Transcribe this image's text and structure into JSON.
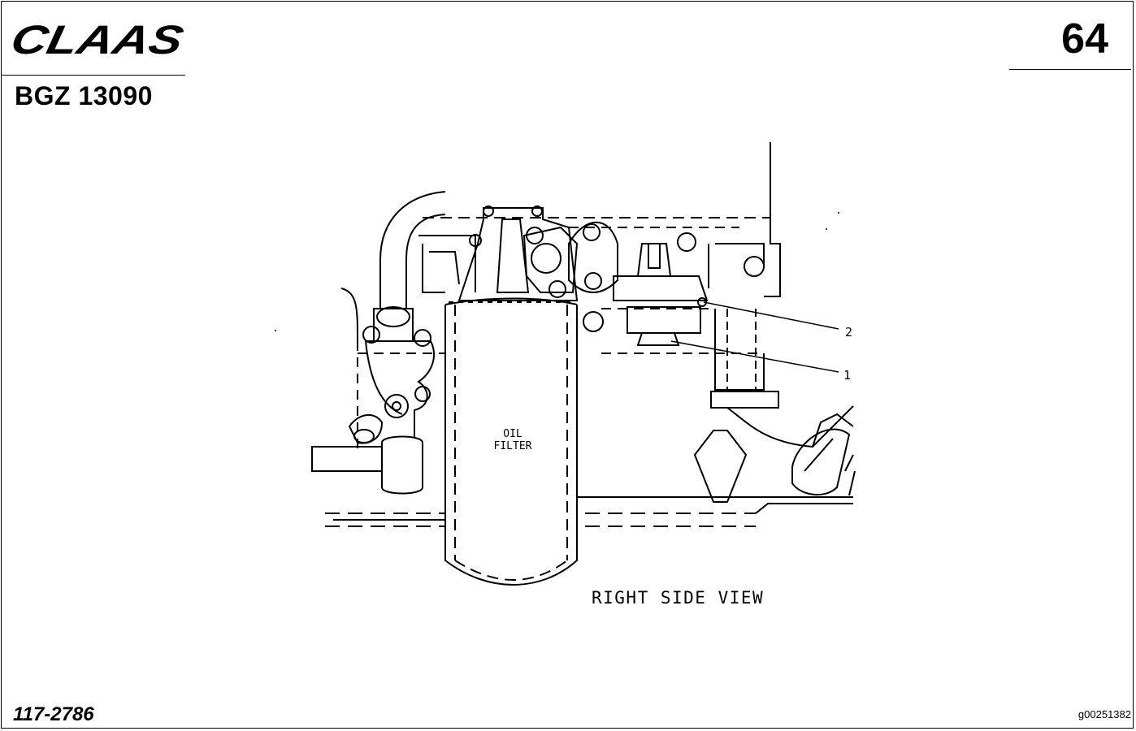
{
  "header": {
    "brand": "CLAAS",
    "doc_code": "BGZ 13090",
    "page_number": "64"
  },
  "diagram": {
    "callouts": [
      "1",
      "2"
    ],
    "component_label_line1": "OIL",
    "component_label_line2": "FILTER",
    "view_caption": "RIGHT SIDE VIEW"
  },
  "footer": {
    "part_number": "117-2786",
    "image_id": "g00251382"
  }
}
